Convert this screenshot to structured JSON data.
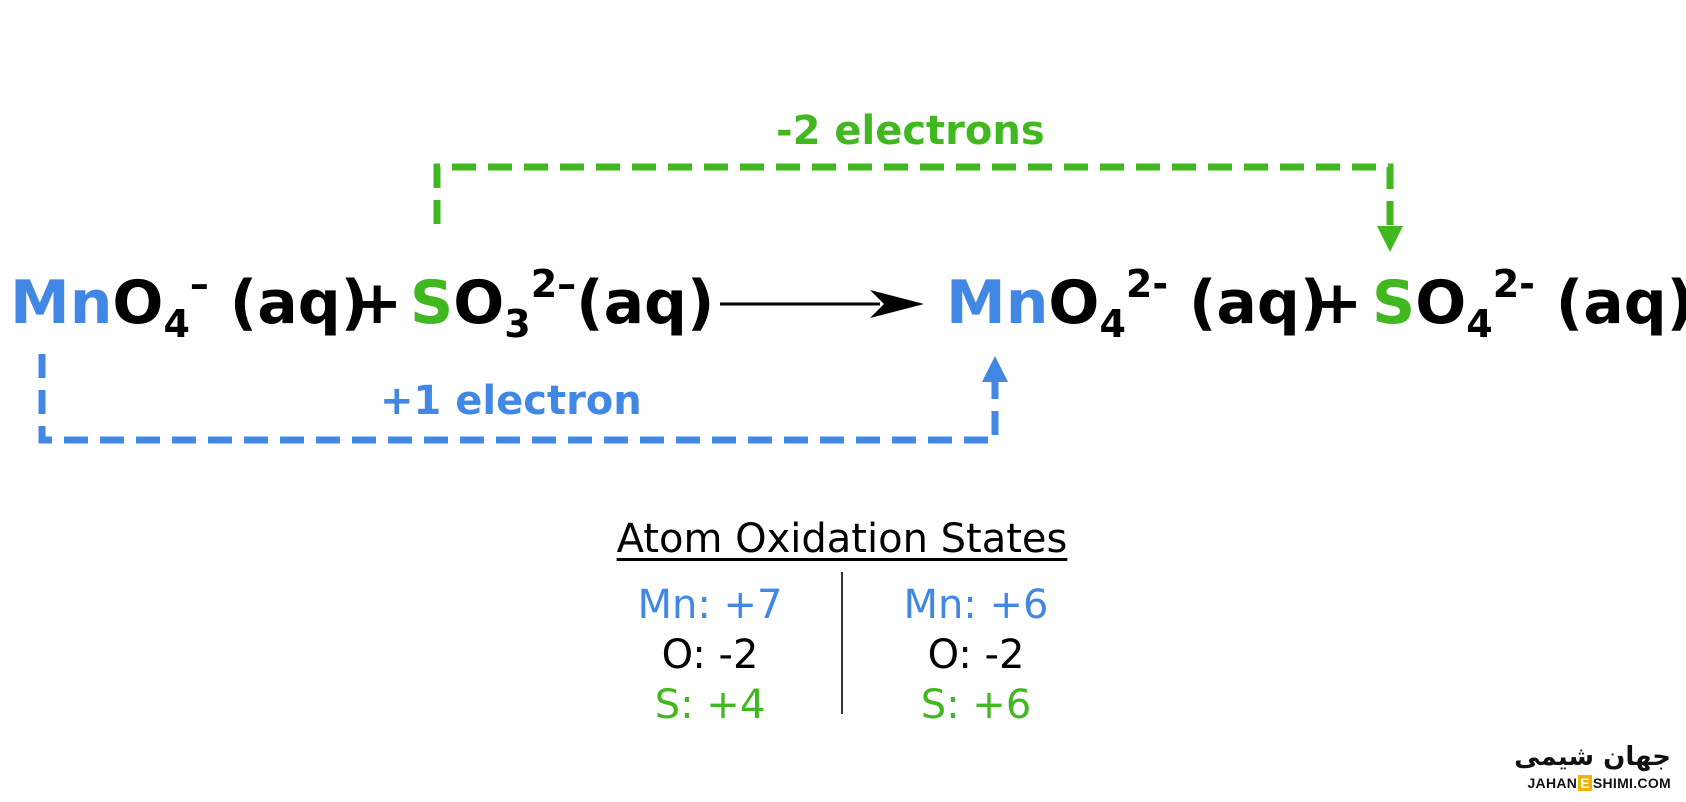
{
  "equation": {
    "reactant1": {
      "mn": "Mn",
      "o": "O",
      "sub": "4",
      "charge": "–",
      "state": " (aq)"
    },
    "plus1": "+",
    "reactant2": {
      "s": "S",
      "o": "O",
      "sub": "3",
      "charge": "2–",
      "state": "(aq)"
    },
    "product1": {
      "mn": "Mn",
      "o": "O",
      "sub": "4",
      "charge": "2-",
      "state": " (aq)"
    },
    "plus2": "+",
    "product2": {
      "s": "S",
      "o": "O",
      "sub": "4",
      "charge": "2-",
      "state": " (aq)"
    }
  },
  "transfers": {
    "sulfur_label": "-2 electrons",
    "manganese_label": "+1 electron"
  },
  "table": {
    "title": "Atom Oxidation States",
    "left": {
      "mn": "Mn: +7",
      "o": "O: -2",
      "s": "S: +4"
    },
    "right": {
      "mn": "Mn: +6",
      "o": "O: -2",
      "s": "S: +6"
    }
  },
  "logo": {
    "persian": "جهان شیمی",
    "latin_left": "JAHAN",
    "latin_e": "E",
    "latin_right": "SHIMI.COM"
  },
  "colors": {
    "manganese": "#4287e3",
    "sulfur": "#41b81f",
    "text": "#000000"
  }
}
